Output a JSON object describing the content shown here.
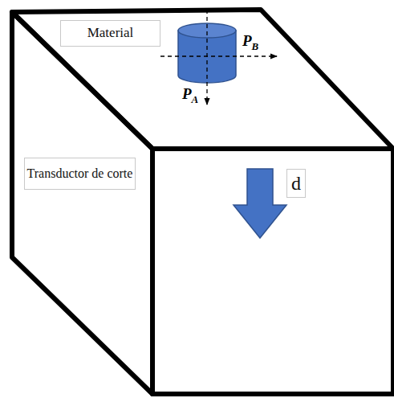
{
  "diagram": {
    "nodes": [
      {
        "text": [
          "Material"
        ]
      },
      {
        "text": [
          "Transductor de corte"
        ]
      },
      {
        "text": [
          "d"
        ]
      }
    ],
    "labels": [
      "PB",
      "PA"
    ]
  }
}
